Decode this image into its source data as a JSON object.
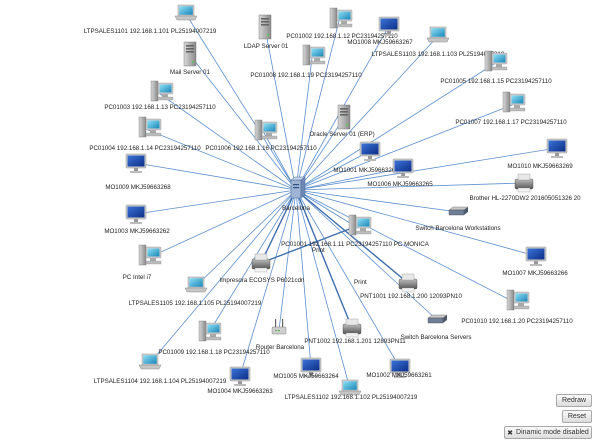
{
  "center": {
    "id": "barcelona",
    "label": "Barcelona",
    "icon": "network-switch-icon"
  },
  "nodes": [
    {
      "id": "ltpsales1101",
      "label": "LTPSALES1101 192.168.1.101 PL25194007219",
      "icon": "laptop-icon"
    },
    {
      "id": "ldap",
      "label": "LDAP Server 01",
      "icon": "server-tower-icon"
    },
    {
      "id": "pc01002",
      "label": "PC01002 192.168.1.12 PC23194257110",
      "icon": "desktop-pc-icon"
    },
    {
      "id": "mo1008",
      "label": "MO1008 MKJ59663267",
      "icon": "monitor-icon"
    },
    {
      "id": "ltpsales1103",
      "label": "LTPSALES1103 192.168.1.103 PL25194007219",
      "icon": "laptop-icon"
    },
    {
      "id": "mail",
      "label": "Mail Server 01",
      "icon": "server-tower-icon"
    },
    {
      "id": "pc01008",
      "label": "PC01008 192.168.1.19 PC23194257110",
      "icon": "desktop-pc-icon"
    },
    {
      "id": "pc01005",
      "label": "PC01005 192.168.1.15 PC23194257110",
      "icon": "desktop-pc-icon"
    },
    {
      "id": "pc01003",
      "label": "PC01003 192.168.1.13 PC23194257110",
      "icon": "desktop-pc-icon"
    },
    {
      "id": "pc01007",
      "label": "PC01007 192.168.1.17 PC23194257110",
      "icon": "desktop-pc-icon"
    },
    {
      "id": "oracle",
      "label": "Oracle Server 01 (ERP)",
      "icon": "server-tower-icon"
    },
    {
      "id": "pc01004",
      "label": "PC01004 192.168.1.14 PC23194257110",
      "icon": "desktop-pc-icon"
    },
    {
      "id": "pc01006",
      "label": "PC01006 192.168.1.16 PC23194257110",
      "icon": "desktop-pc-icon"
    },
    {
      "id": "mo1010",
      "label": "MO1010 MKJ59663269",
      "icon": "monitor-icon"
    },
    {
      "id": "mo1001",
      "label": "MO1001 MKJ59663260",
      "icon": "monitor-icon"
    },
    {
      "id": "mo1009",
      "label": "MO1009 MKJ59663268",
      "icon": "monitor-icon"
    },
    {
      "id": "mo1006",
      "label": "MO1006 MKJ59663265",
      "icon": "monitor-icon"
    },
    {
      "id": "brother",
      "label": "Brother HL-2270DW2 201605051326 20",
      "icon": "printer-icon"
    },
    {
      "id": "switch-ws",
      "label": "Switch Barcelona Workstations",
      "icon": "network-switch-icon"
    },
    {
      "id": "mo1003",
      "label": "MO1003 MKJ59663262",
      "icon": "monitor-icon"
    },
    {
      "id": "pc01001",
      "label": "PC01001 192.168.1.11 PC23194257110 PC MONICA",
      "icon": "desktop-pc-icon"
    },
    {
      "id": "pcinteli7",
      "label": "PC Intel i7",
      "icon": "desktop-pc-icon"
    },
    {
      "id": "impresora",
      "label": "Impresora ECOSYS P6021cdn",
      "icon": "printer-icon"
    },
    {
      "id": "mo1007",
      "label": "MO1007 MKJ59663266",
      "icon": "monitor-icon"
    },
    {
      "id": "ltpsales1105",
      "label": "LTPSALES1105 192.168.1.105 PL25194007219",
      "icon": "laptop-icon"
    },
    {
      "id": "pnt1001",
      "label": "PNT1001 192.168.1.200 12093PN10",
      "icon": "printer-icon"
    },
    {
      "id": "pc01010",
      "label": "PC01010 192.168.1.20 PC23194257110",
      "icon": "desktop-pc-icon"
    },
    {
      "id": "pc01009",
      "label": "PC01009 192.168.1.18 PC23194257110",
      "icon": "desktop-pc-icon"
    },
    {
      "id": "router",
      "label": "Router Barcelona",
      "icon": "router-icon"
    },
    {
      "id": "pnt1002",
      "label": "PNT1002 192.168.1.201 12893PN11",
      "icon": "printer-icon"
    },
    {
      "id": "switch-srv",
      "label": "Switch Barcelona Servers",
      "icon": "network-switch-icon"
    },
    {
      "id": "ltpsales1104",
      "label": "LTPSALES1104 192.168.1.104 PL25194007219",
      "icon": "laptop-icon"
    },
    {
      "id": "mo1005",
      "label": "MO1005 MKJ59663264",
      "icon": "monitor-icon"
    },
    {
      "id": "mo1002",
      "label": "MO1002 MKJ59663261",
      "icon": "monitor-icon"
    },
    {
      "id": "mo1004",
      "label": "MO1004 MKJ59663263",
      "icon": "monitor-icon"
    },
    {
      "id": "ltpsales1102",
      "label": "LTPSALES1102 192.168.1.102 PL25194007219",
      "icon": "laptop-icon"
    }
  ],
  "edge_labels": {
    "print_a": "Print",
    "print_b": "Print"
  },
  "controls": {
    "redraw_label": "Redraw",
    "reset_label": "Reset",
    "dynamic_label": "Dinamic mode disabled",
    "dynamic_icon": "close-icon"
  },
  "colors": {
    "edge": "#5b8fd0",
    "edge_dark": "#3f6fb0",
    "monitor_screen": "#1b4fb8",
    "desktop_screen": "#3aa3d0"
  }
}
